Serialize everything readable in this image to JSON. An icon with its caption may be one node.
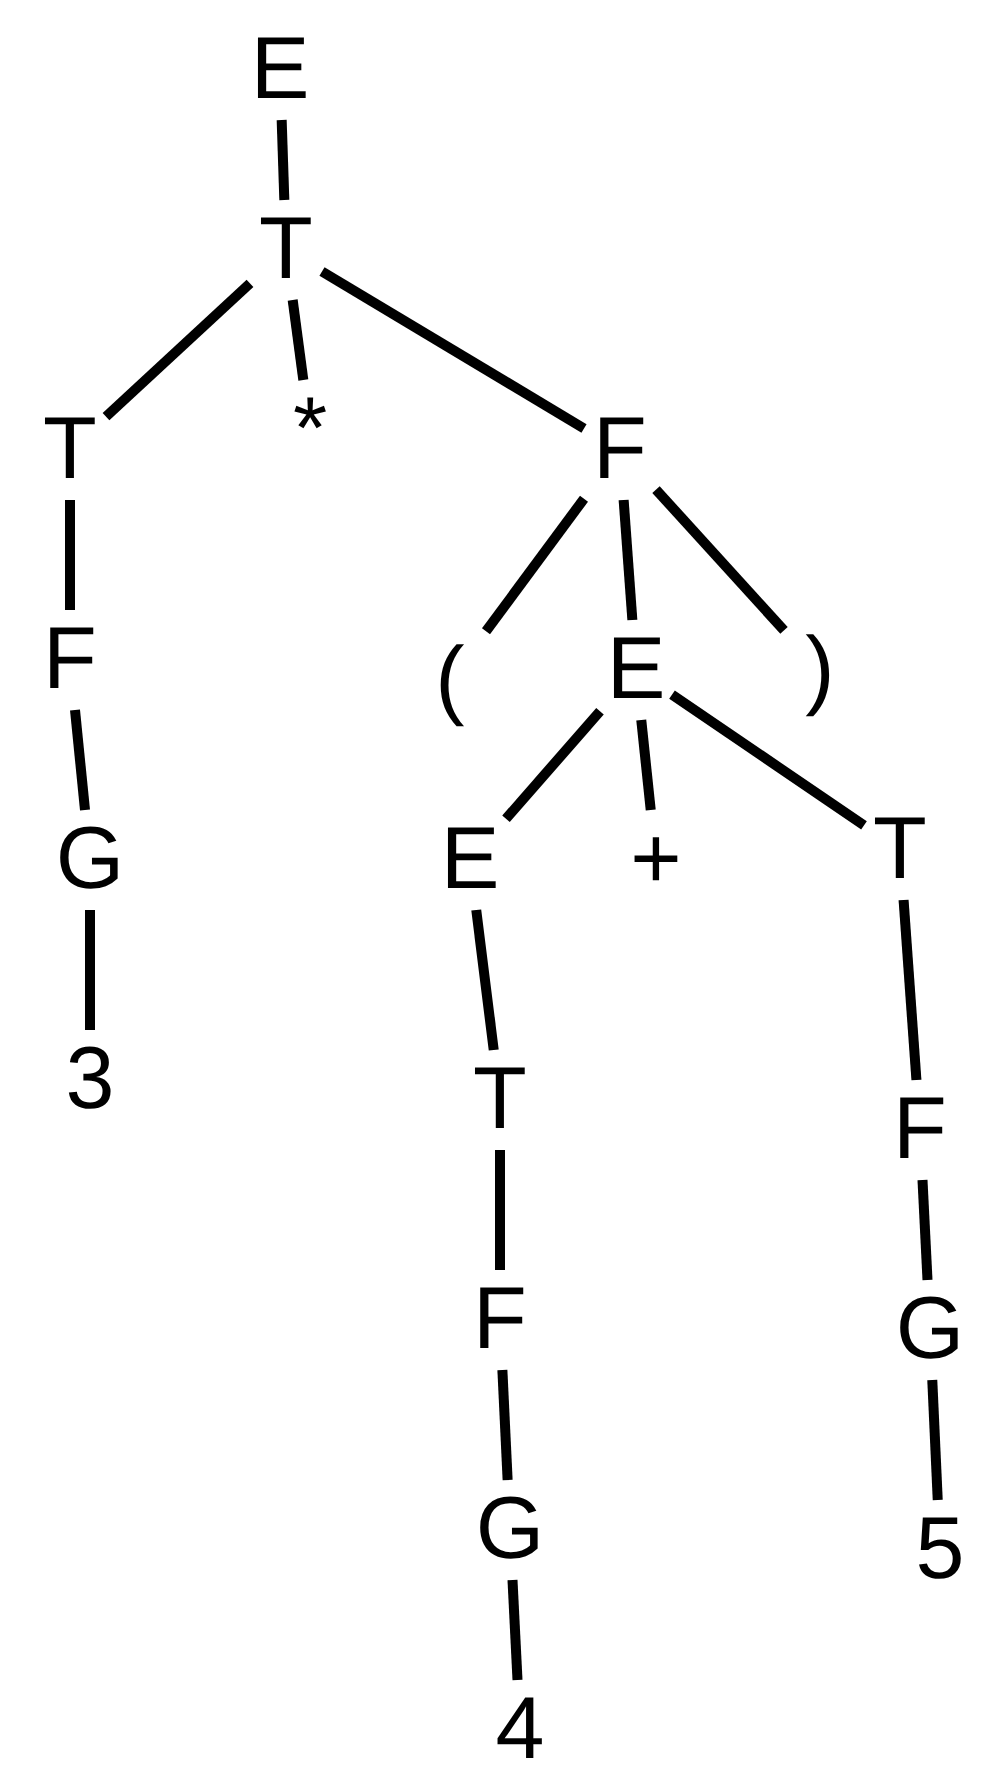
{
  "diagram": {
    "nodes": [
      {
        "text": [
          "E"
        ]
      },
      {
        "text": [
          "T"
        ]
      },
      {
        "text": [
          "T"
        ]
      },
      {
        "text": [
          "*"
        ]
      },
      {
        "text": [
          "F"
        ]
      },
      {
        "text": [
          "F"
        ]
      },
      {
        "text": [
          "("
        ]
      },
      {
        "text": [
          "E"
        ]
      },
      {
        "text": [
          ")"
        ]
      },
      {
        "text": [
          "G"
        ]
      },
      {
        "text": [
          "E"
        ]
      },
      {
        "text": [
          "+"
        ]
      },
      {
        "text": [
          "T"
        ]
      },
      {
        "text": [
          "3"
        ]
      },
      {
        "text": [
          "T"
        ]
      },
      {
        "text": [
          "F"
        ]
      },
      {
        "text": [
          "F"
        ]
      },
      {
        "text": [
          "G"
        ]
      },
      {
        "text": [
          "G"
        ]
      },
      {
        "text": [
          "5"
        ]
      },
      {
        "text": [
          "4"
        ]
      }
    ],
    "edges": [
      {
        "from": 0,
        "to": 1,
        "arrow": "none"
      },
      {
        "from": 1,
        "to": 2,
        "arrow": "none"
      },
      {
        "from": 1,
        "to": 3,
        "arrow": "none"
      },
      {
        "from": 1,
        "to": 4,
        "arrow": "none"
      },
      {
        "from": 2,
        "to": 5,
        "arrow": "none"
      },
      {
        "from": 4,
        "to": 6,
        "arrow": "none"
      },
      {
        "from": 4,
        "to": 7,
        "arrow": "none"
      },
      {
        "from": 4,
        "to": 8,
        "arrow": "none"
      },
      {
        "from": 5,
        "to": 9,
        "arrow": "none"
      },
      {
        "from": 7,
        "to": 10,
        "arrow": "none"
      },
      {
        "from": 7,
        "to": 11,
        "arrow": "none"
      },
      {
        "from": 7,
        "to": 12,
        "arrow": "none"
      },
      {
        "from": 9,
        "to": 13,
        "arrow": "none"
      },
      {
        "from": 10,
        "to": 14,
        "arrow": "none"
      },
      {
        "from": 12,
        "to": 15,
        "arrow": "none"
      },
      {
        "from": 14,
        "to": 16,
        "arrow": "none"
      },
      {
        "from": 15,
        "to": 17,
        "arrow": "none"
      },
      {
        "from": 16,
        "to": 18,
        "arrow": "none"
      },
      {
        "from": 17,
        "to": 19,
        "arrow": "none"
      },
      {
        "from": 18,
        "to": 20,
        "arrow": "none"
      }
    ]
  }
}
